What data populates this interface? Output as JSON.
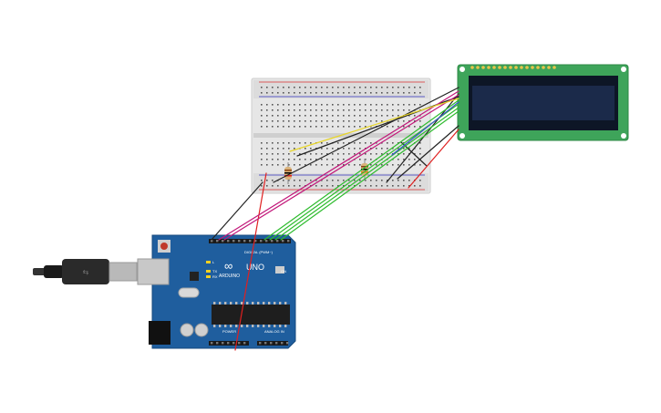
{
  "board": {
    "logo_text": "ARDUINO",
    "model_text": "UNO",
    "digital_header_text": "DIGITAL (PWM~)",
    "power_header_text": "POWER",
    "analog_header_text": "ANALOG IN",
    "tx_label": "TX",
    "rx_label": "RX",
    "l_label": "L",
    "on_label": "ON",
    "color": "#1f5e9e"
  },
  "components": {
    "usb_cable": "usb-cable-plug",
    "breadboard": "breadboard-half",
    "lcd": "lcd-16x2-display",
    "resistors": 2
  },
  "colors": {
    "board_blue": "#1f5e9e",
    "lcd_pcb": "#3ea45a",
    "lcd_screen": "#1b2a4a",
    "wire_black": "#222222",
    "wire_red": "#e02020",
    "wire_magenta": "#c2187a",
    "wire_yellow": "#e8d62a",
    "wire_green": "#2dbb2d",
    "wire_blue": "#3a58c8"
  }
}
